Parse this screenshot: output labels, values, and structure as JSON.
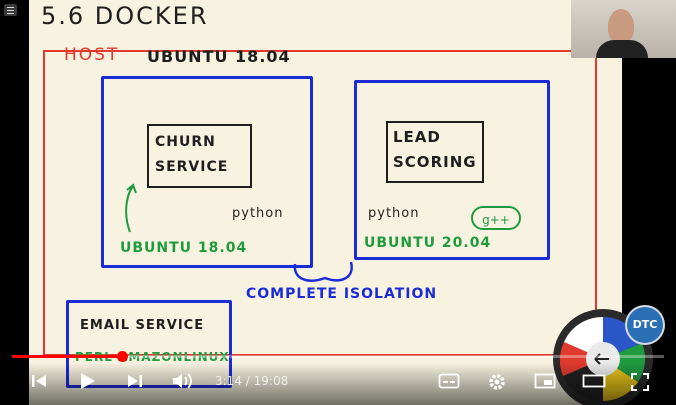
{
  "whiteboard": {
    "title": "5.6 DOCKER",
    "host_label": "HOST",
    "host_os": "UBUNTU 18.04",
    "containers": [
      {
        "service": "CHURN\nSERVICE",
        "language": "python",
        "os": "UBUNTU 18.04"
      },
      {
        "service": "LEAD\nSCORING",
        "language": "python",
        "os": "UBUNTU 20.04",
        "extra": "g++"
      },
      {
        "service": "EMAIL SERVICE",
        "os": "PERL AMAZONLINUX"
      }
    ],
    "isolation_label": "COMPLETE ISOLATION"
  },
  "player": {
    "current_time": "3:14",
    "duration": "19:08",
    "time_separator": " / ",
    "progress": 0.169,
    "badge": "DTC",
    "icons": [
      "previous-icon",
      "play-icon",
      "next-icon",
      "volume-icon",
      "subtitles-icon",
      "settings-icon",
      "miniplayer-icon",
      "theater-icon",
      "fullscreen-icon"
    ]
  },
  "colors": {
    "board": "#f8f3e1",
    "host": "#e03a2e",
    "container": "#1b2bd6",
    "os_text": "#1f9a3f",
    "progress": "#ff0000",
    "badge": "#2b6fb5"
  }
}
